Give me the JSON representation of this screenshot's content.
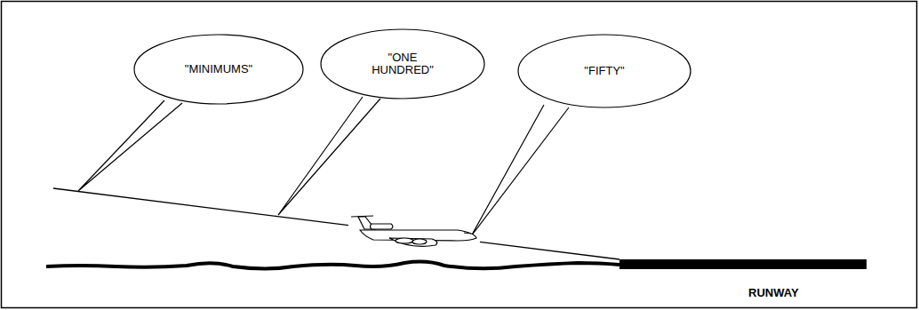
{
  "diagram": {
    "nodes": [
      {
        "text": [
          "\"MINIMUMS\""
        ]
      },
      {
        "text": [
          "\"ONE HUNDRED\""
        ]
      },
      {
        "text": [
          "\"FIFTY\""
        ]
      }
    ],
    "labels": [
      "RUNWAY"
    ]
  }
}
